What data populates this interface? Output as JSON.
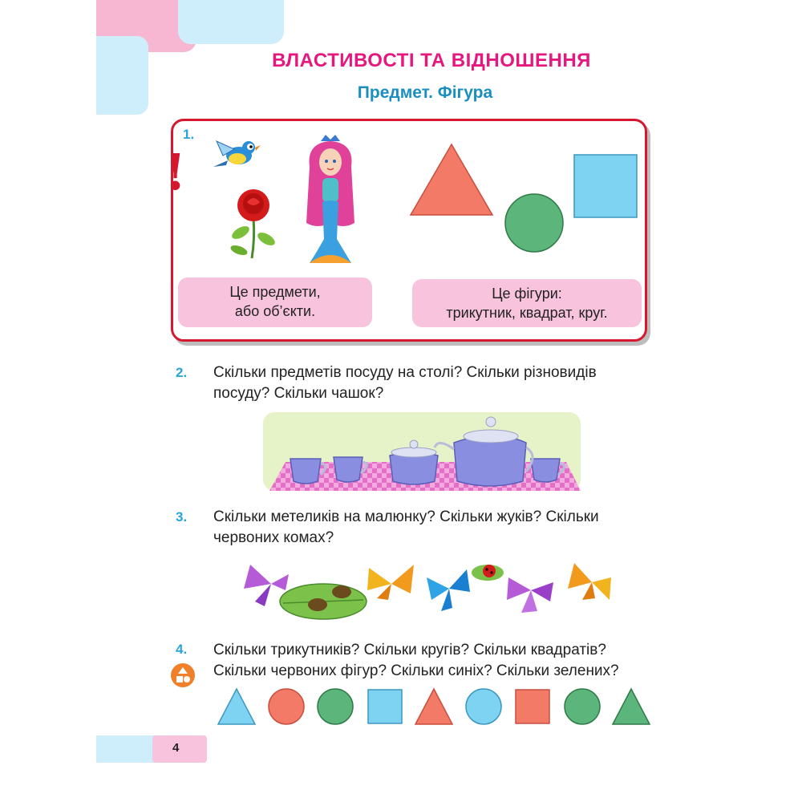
{
  "header": {
    "title": "ВЛАСТИВОСТІ ТА ВІДНОШЕННЯ",
    "subtitle": "Предмет. Фігура"
  },
  "task1": {
    "number": "1.",
    "objects_line1": "Це предмети,",
    "objects_line2": "або об’єкти.",
    "figures_line1": "Це фігури:",
    "figures_line2": "трикутник, квадрат, круг."
  },
  "task2": {
    "number": "2.",
    "line1": "Скільки предметів посуду на столі? Скільки різновидів",
    "line2": "посуду? Скільки чашок?"
  },
  "task3": {
    "number": "3.",
    "line1": "Скільки метеликів на малюнку? Скільки жуків? Скільки",
    "line2": "червоних комах?"
  },
  "task4": {
    "number": "4.",
    "line1": "Скільки трикутників? Скільки кругів? Скільки квадратів?",
    "line2": "Скільки червоних фігур? Скільки синіх? Скільки зелених?",
    "shapes": [
      "blue-triangle",
      "red-circle",
      "green-circle",
      "blue-square",
      "red-triangle",
      "blue-circle",
      "red-square",
      "green-circle",
      "green-triangle"
    ]
  },
  "colors": {
    "red": "#f47a68",
    "blue": "#7fd3f2",
    "green": "#5cb57a",
    "accent_pink": "#e6187d",
    "accent_blue": "#29a5dc"
  },
  "page": {
    "number": "4"
  }
}
